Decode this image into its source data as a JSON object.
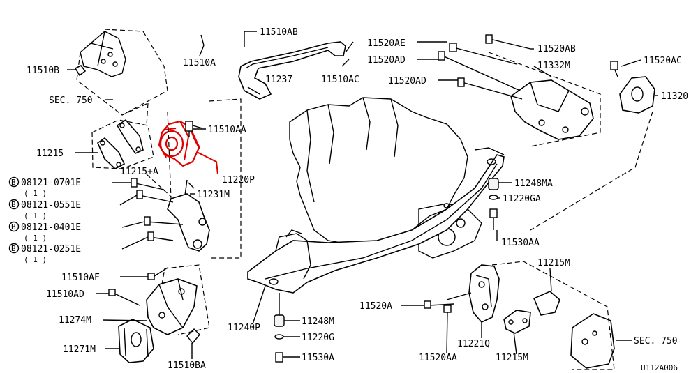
{
  "labels": {
    "p_11510b": "11510B",
    "p_sec750_left": "SEC. 750",
    "p_11215": "11215",
    "p_11215a": "11215+A",
    "p_11510a": "11510A",
    "p_11510ab": "11510AB",
    "p_11237": "11237",
    "p_11510ac": "11510AC",
    "p_11510aa": "11510AA",
    "p_11220p": "11220P",
    "p_11231m": "11231M",
    "p_11520ae": "11520AE",
    "p_11520ad_1": "11520AD",
    "p_11520ad_2": "11520AD",
    "p_11520ab": "11520AB",
    "p_11332m": "11332M",
    "p_11520ac": "11520AC",
    "p_11320": "11320",
    "p_11248ma": "11248MA",
    "p_11220ga": "11220GA",
    "p_11530aa": "11530AA",
    "p_11215m_top": "11215M",
    "p_08121_0701e": "08121-0701E",
    "p_08121_0551e": "08121-0551E",
    "p_08121_0401e": "08121-0401E",
    "p_08121_0251e": "08121-0251E",
    "qty_1": "( 1 )",
    "bolt_prefix": "B",
    "p_11510af": "11510AF",
    "p_11510ad": "11510AD",
    "p_11274m": "11274M",
    "p_11271m": "11271M",
    "p_11510ba": "11510BA",
    "p_11240p": "11240P",
    "p_11248m": "11248M",
    "p_11220g": "11220G",
    "p_11530a": "11530A",
    "p_11520a": "11520A",
    "p_11520aa": "11520AA",
    "p_11221q": "11221Q",
    "p_11215m_bottom": "11215M",
    "p_sec750_right": "SEC. 750",
    "diagram_id": "U112A006"
  },
  "colors": {
    "highlight": "#e00000",
    "ink": "#000000",
    "background": "#ffffff"
  }
}
